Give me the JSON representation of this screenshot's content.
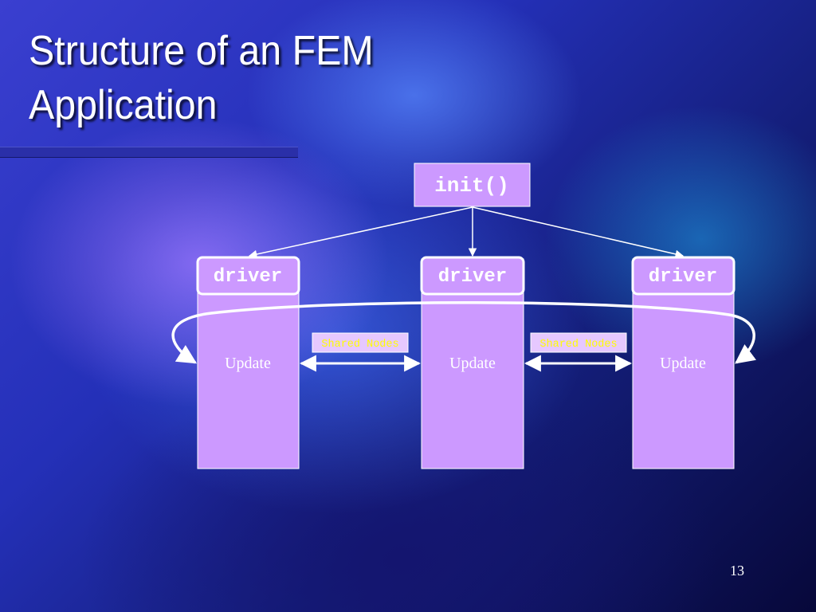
{
  "slide": {
    "title_line1": "Structure of an FEM",
    "title_line2": "Application",
    "page_number": "13"
  },
  "diagram": {
    "init_label": "init()",
    "drivers": [
      {
        "header": "driver",
        "body": "Update"
      },
      {
        "header": "driver",
        "body": "Update"
      },
      {
        "header": "driver",
        "body": "Update"
      }
    ],
    "shared_labels": [
      "Shared Nodes",
      "Shared Nodes"
    ]
  },
  "colors": {
    "box_fill": "#cc99ff",
    "label_fill": "#e6c8ff",
    "label_text": "#ffff00",
    "text": "#ffffff",
    "line": "#ffffff"
  }
}
